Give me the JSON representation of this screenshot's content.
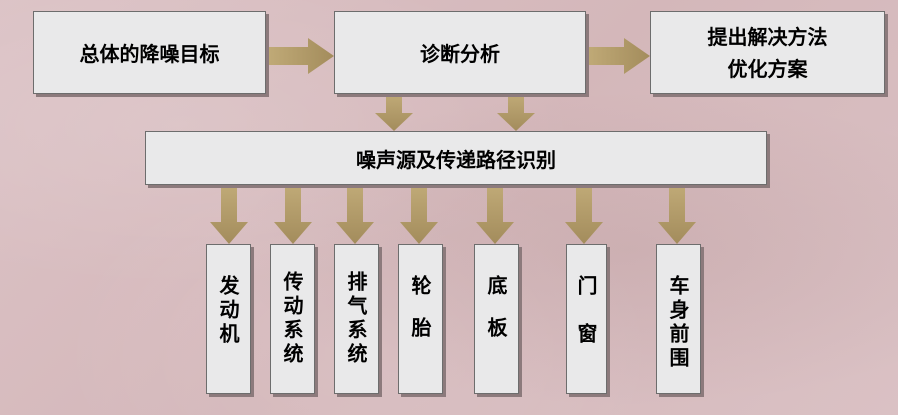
{
  "diagram": {
    "top_row": {
      "goal": "总体的降噪目标",
      "diagnosis": "诊断分析",
      "solution_line1": "提出解决方法",
      "solution_line2": "优化方案"
    },
    "middle": {
      "identify": "噪声源及传递路径识别"
    },
    "components": [
      {
        "label": "发动机"
      },
      {
        "label": "传动系统"
      },
      {
        "label": "排气系统"
      },
      {
        "label": "轮胎"
      },
      {
        "label": "底板"
      },
      {
        "label": "门窗"
      },
      {
        "label": "车身前围"
      }
    ],
    "colors": {
      "arrow": "#b09a6a",
      "box_fill": "#e9e9ea",
      "background": "#d8bfc2"
    }
  }
}
